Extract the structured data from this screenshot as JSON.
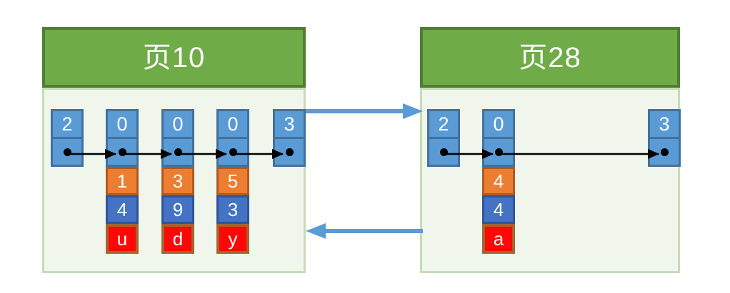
{
  "pages": [
    {
      "title": "页10",
      "records": [
        {
          "type": "2",
          "fields": []
        },
        {
          "type": "0",
          "fields": [
            {
              "value": "1"
            },
            {
              "value": "4"
            },
            {
              "value": "u"
            }
          ]
        },
        {
          "type": "0",
          "fields": [
            {
              "value": "3"
            },
            {
              "value": "9"
            },
            {
              "value": "d"
            }
          ]
        },
        {
          "type": "0",
          "fields": [
            {
              "value": "5"
            },
            {
              "value": "3"
            },
            {
              "value": "y"
            }
          ]
        },
        {
          "type": "3",
          "fields": []
        }
      ]
    },
    {
      "title": "页28",
      "records": [
        {
          "type": "2",
          "fields": []
        },
        {
          "type": "0",
          "fields": [
            {
              "value": "4"
            },
            {
              "value": "4"
            },
            {
              "value": "a"
            }
          ]
        },
        {
          "type": "3",
          "fields": []
        }
      ]
    }
  ],
  "colors": {
    "page_header_green": "#6FAC47",
    "page_header_border": "#4F7E32",
    "page_body_fill": "#F1F6EC",
    "page_body_border": "#C7DCB6",
    "record_cell_blue": "#5B9BD5",
    "record_cell_border": "#41719C",
    "field_orange": "#ED7D31",
    "field_orange_border": "#AE5A21",
    "field_dark_blue": "#4472C4",
    "field_dark_blue_border": "#2F5597",
    "field_red": "#FF0707",
    "field_red_border": "#A5642F",
    "page_link_arrow_blue": "#5B9BD5",
    "record_link_arrow_black": "#000000"
  }
}
